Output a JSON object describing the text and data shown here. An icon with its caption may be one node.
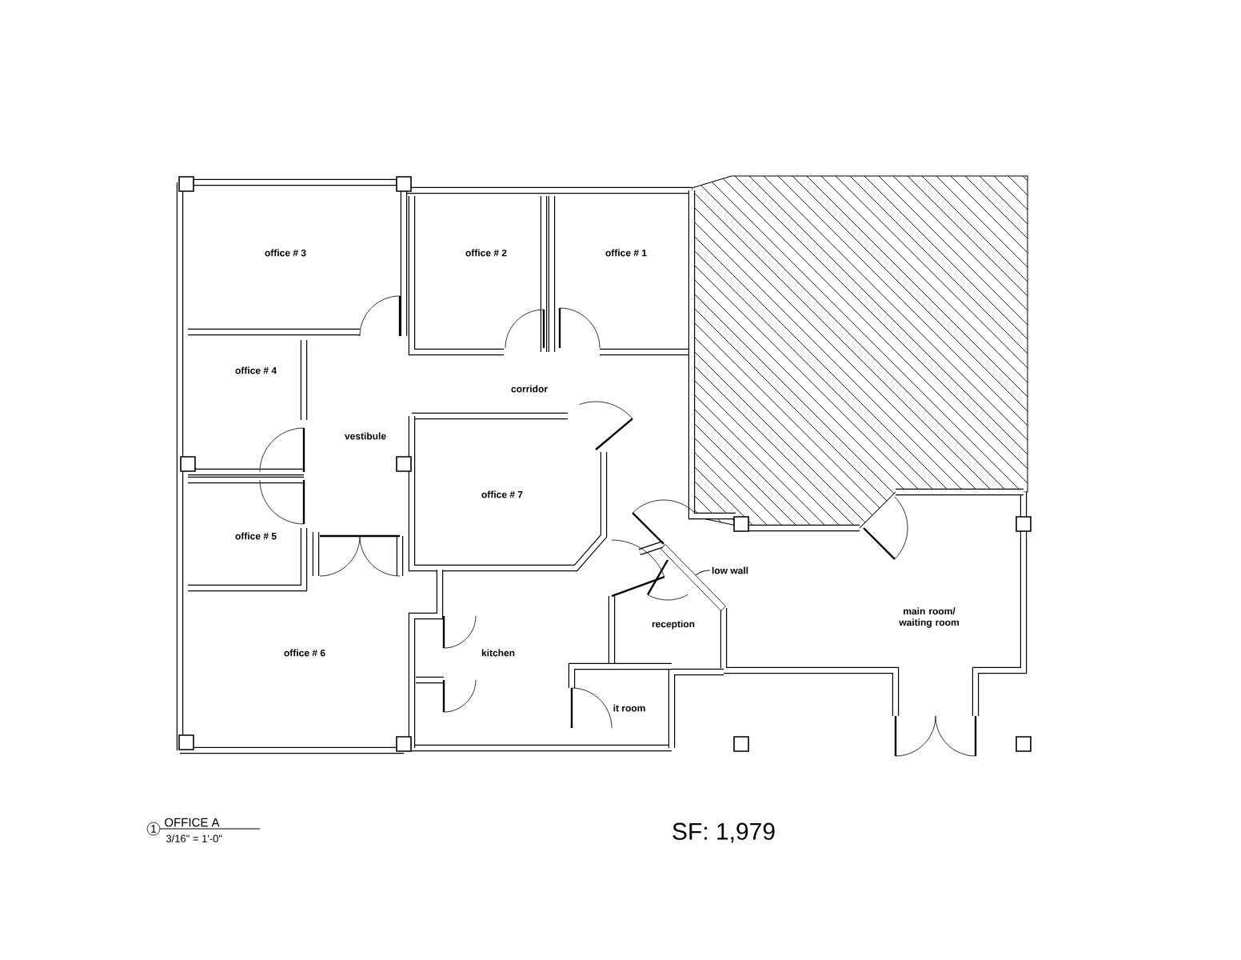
{
  "diagram": {
    "nodes": [
      {
        "text": [
          "low wall"
        ]
      },
      {
        "text": [],
        "shape": "bar"
      },
      {
        "text": [
          "1"
        ]
      }
    ],
    "edges": [
      {
        "from": 0,
        "to": 1,
        "arrow": "none"
      }
    ],
    "labels": [
      "office # 3",
      "office # 2",
      "office # 1",
      "office # 4",
      "corridor",
      "vestibule",
      "office # 7",
      "office # 5",
      "reception",
      "main room/ waiting room",
      "office # 6",
      "kitchen",
      "it room",
      "OFFICE A",
      "3/16\" = 1'-0\"",
      "SF: 1,979"
    ]
  }
}
